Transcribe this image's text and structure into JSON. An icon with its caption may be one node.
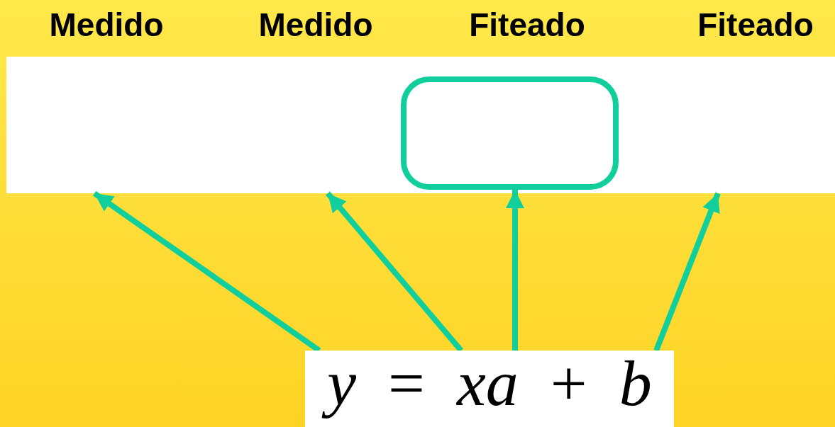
{
  "diagram": {
    "nodes": [
      {
        "text": [],
        "shape": "box"
      },
      {
        "text": [],
        "shape": "box",
        "in": 0
      },
      {
        "text": [
          "*y* = *xa* + *b*"
        ]
      }
    ],
    "edges": [
      {
        "from": 2,
        "to": 0,
        "arrow": "to"
      },
      {
        "from": 2,
        "to": 0,
        "arrow": "to"
      },
      {
        "from": 2,
        "to": 1,
        "arrow": "to"
      },
      {
        "from": 2,
        "to": 0,
        "arrow": "to"
      }
    ],
    "labels": [
      "Medido",
      "Medido",
      "Fiteado",
      "Fiteado"
    ]
  }
}
